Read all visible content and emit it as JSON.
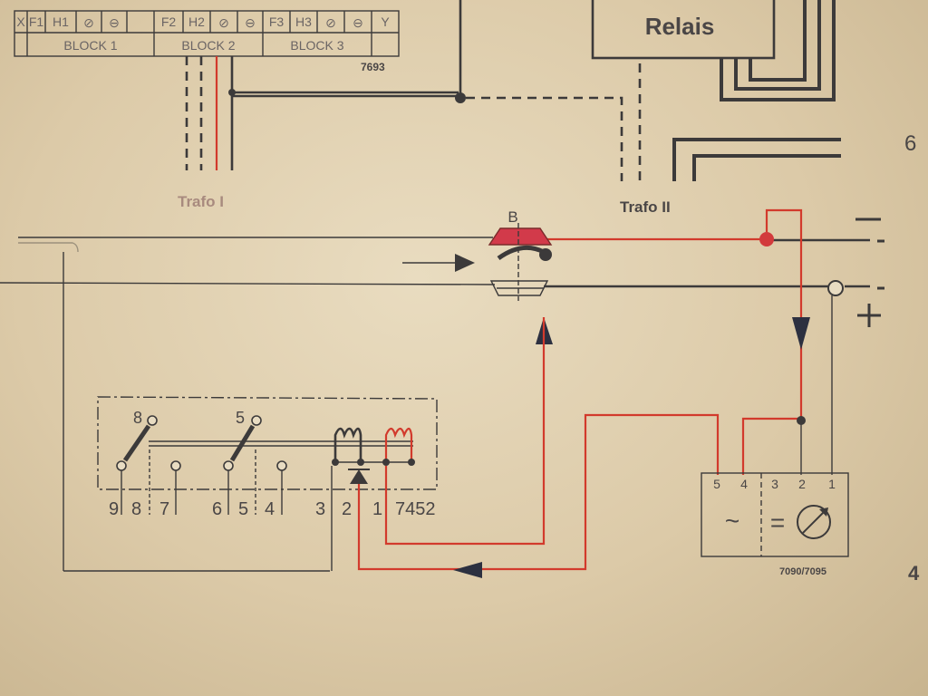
{
  "header_table": {
    "row1": [
      "X",
      "F1",
      "H1",
      "⊘",
      "⊖",
      "F2",
      "H2",
      "⊘",
      "⊖",
      "F3",
      "H3",
      "⊘",
      "⊖",
      "Y"
    ],
    "blocks": [
      "BLOCK 1",
      "BLOCK 2",
      "BLOCK 3"
    ],
    "code": "7693"
  },
  "relay": {
    "label": "Relais"
  },
  "transformers": {
    "trafo1": "Trafo I",
    "trafo2": "Trafo II"
  },
  "sensor": {
    "label": "B"
  },
  "polarity": {
    "minus": "−",
    "plus": "+"
  },
  "page_numbers": {
    "top": "6",
    "bottom": "4"
  },
  "terminal_block": {
    "top_labels": [
      "8",
      "5"
    ],
    "bottom_labels": [
      "9",
      "8",
      "7",
      "6",
      "5",
      "4",
      "3",
      "2",
      "1",
      "7452"
    ]
  },
  "meter_unit": {
    "terminals": [
      "5",
      "4",
      "3",
      "2",
      "1"
    ],
    "ac_symbol": "~",
    "dc_symbol": "=",
    "model": "7090/7095"
  },
  "colors": {
    "ink": "#3c3a3a",
    "red": "#d23a2c",
    "paper": "#e3d4b6"
  },
  "icons": [
    "arrow-right-icon",
    "arrow-up-icon",
    "arrow-down-icon",
    "arrow-left-icon",
    "gauge-icon",
    "diode-icon"
  ]
}
